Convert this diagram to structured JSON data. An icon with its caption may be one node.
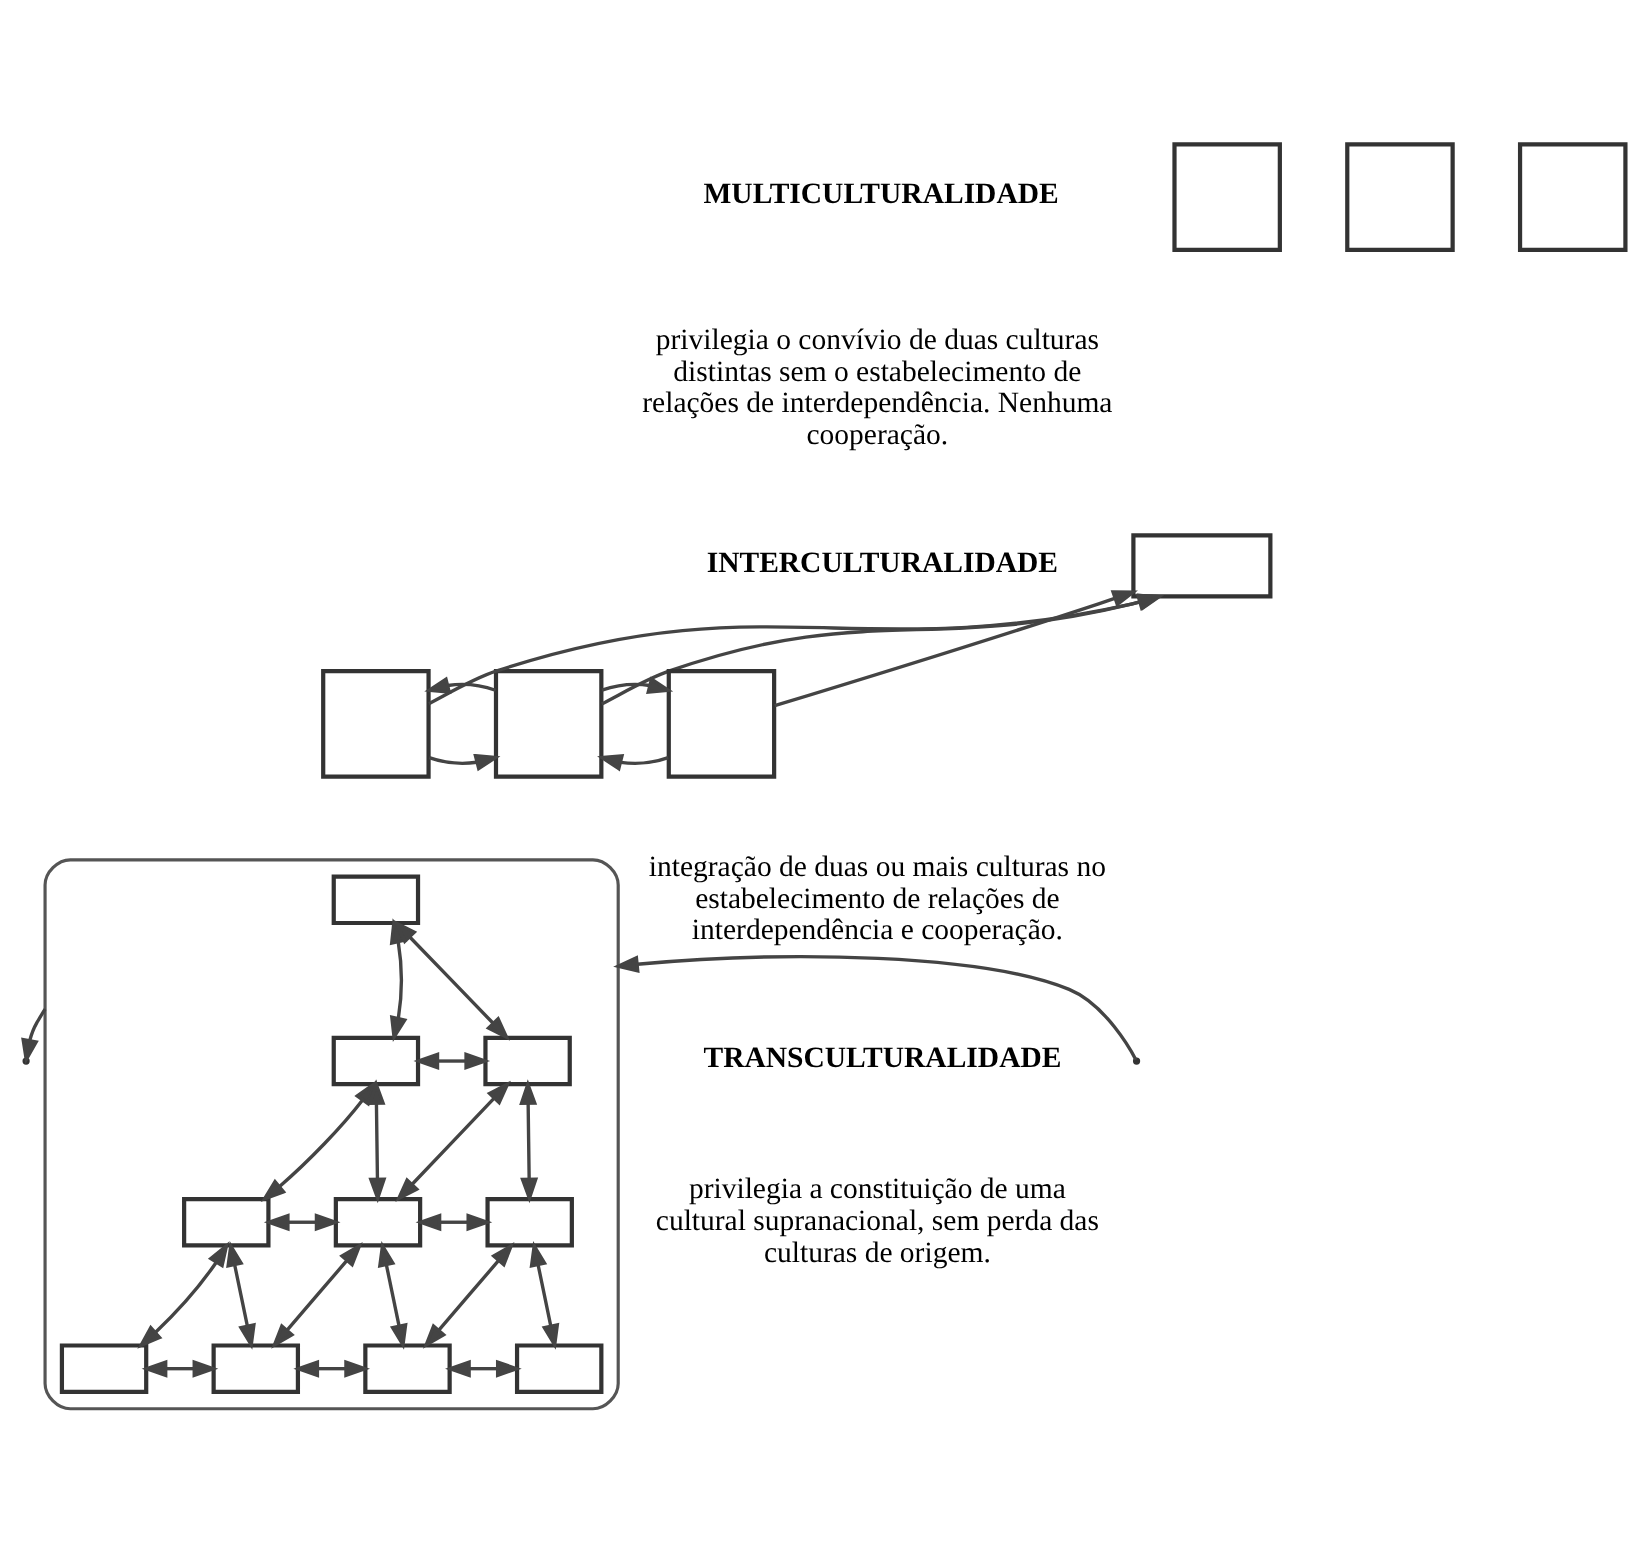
{
  "diagram": {
    "nodes": [
      {
        "text": [],
        "shape": "box"
      },
      {
        "text": [],
        "shape": "box"
      },
      {
        "text": [],
        "shape": "box"
      },
      {
        "text": [],
        "shape": "box"
      },
      {
        "text": [],
        "shape": "box"
      },
      {
        "text": [],
        "shape": "box"
      },
      {
        "text": [],
        "shape": "box"
      },
      {
        "text": [],
        "shape": "triangle"
      },
      {
        "text": [],
        "shape": "box",
        "in": 7
      },
      {
        "text": [],
        "shape": "box",
        "in": 7
      },
      {
        "text": [],
        "shape": "box",
        "in": 7
      },
      {
        "text": [],
        "shape": "box",
        "in": 7
      },
      {
        "text": [],
        "shape": "box",
        "in": 7
      },
      {
        "text": [],
        "shape": "box",
        "in": 7
      },
      {
        "text": [],
        "shape": "box",
        "in": 7
      },
      {
        "text": [],
        "shape": "box",
        "in": 7
      },
      {
        "text": [],
        "shape": "box",
        "in": 7
      },
      {
        "text": [],
        "shape": "box",
        "in": 7
      }
    ],
    "edges": [
      {
        "from": 4,
        "to": 3,
        "arrow": "to"
      },
      {
        "from": 5,
        "to": 3,
        "arrow": "to"
      },
      {
        "from": 6,
        "to": 3,
        "arrow": "to"
      },
      {
        "from": 4,
        "to": 5,
        "arrow": "to"
      },
      {
        "from": 5,
        "to": 4,
        "arrow": "to"
      },
      {
        "from": 6,
        "to": 5,
        "arrow": "to"
      },
      {
        "from": 5,
        "to": 6,
        "arrow": "to"
      },
      {
        "from": 8,
        "to": 9,
        "arrow": "both"
      },
      {
        "from": 8,
        "to": 10,
        "arrow": "both"
      },
      {
        "from": 9,
        "to": 10,
        "arrow": "both"
      },
      {
        "from": 9,
        "to": 11,
        "arrow": "both"
      },
      {
        "from": 9,
        "to": 12,
        "arrow": "both"
      },
      {
        "from": 10,
        "to": 12,
        "arrow": "both"
      },
      {
        "from": 10,
        "to": 13,
        "arrow": "both"
      },
      {
        "from": 11,
        "to": 12,
        "arrow": "both"
      },
      {
        "from": 12,
        "to": 13,
        "arrow": "both"
      },
      {
        "from": 11,
        "to": 14,
        "arrow": "both"
      },
      {
        "from": 11,
        "to": 15,
        "arrow": "both"
      },
      {
        "from": 12,
        "to": 15,
        "arrow": "both"
      },
      {
        "from": 12,
        "to": 16,
        "arrow": "both"
      },
      {
        "from": 13,
        "to": 16,
        "arrow": "both"
      },
      {
        "from": 13,
        "to": 17,
        "arrow": "both"
      },
      {
        "from": 14,
        "to": 15,
        "arrow": "both"
      },
      {
        "from": 15,
        "to": 16,
        "arrow": "both"
      },
      {
        "from": 16,
        "to": 17,
        "arrow": "both"
      },
      {
        "from": null,
        "to": 7,
        "arrow": "to"
      },
      {
        "from": 7,
        "to": null,
        "arrow": "to"
      }
    ],
    "labels": [
      "MULTICULTURALIDADE",
      "privilegia o convívio de duas culturas distintas sem o estabelecimento de relações de interdependência. Nenhuma cooperação.",
      "INTERCULTURALIDADE",
      "integração de duas ou mais culturas no estabelecimento de relações de interdependência e cooperação.",
      "TRANSCULTURALIDADE",
      "privilegia a constituição de uma cultural supranacional, sem perda das culturas de origem."
    ]
  }
}
